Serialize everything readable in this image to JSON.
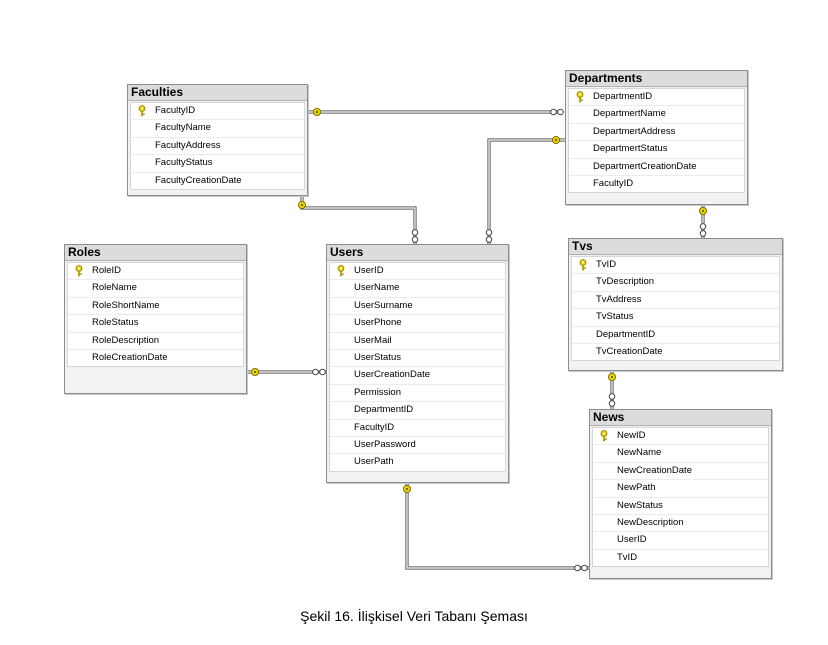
{
  "tables": [
    {
      "id": "faculties",
      "name": "Faculties",
      "columns": [
        {
          "name": "FacultyID",
          "pk": true
        },
        {
          "name": "FacultyName",
          "pk": false
        },
        {
          "name": "FacultyAddress",
          "pk": false
        },
        {
          "name": "FacultyStatus",
          "pk": false
        },
        {
          "name": "FacultyCreationDate",
          "pk": false
        }
      ]
    },
    {
      "id": "departments",
      "name": "Departments",
      "columns": [
        {
          "name": "DepartmentID",
          "pk": true
        },
        {
          "name": "DepartmertName",
          "pk": false
        },
        {
          "name": "DepartmertAddress",
          "pk": false
        },
        {
          "name": "DepartmertStatus",
          "pk": false
        },
        {
          "name": "DepartmertCreationDate",
          "pk": false
        },
        {
          "name": "FacultyID",
          "pk": false
        }
      ]
    },
    {
      "id": "roles",
      "name": "Roles",
      "columns": [
        {
          "name": "RoleID",
          "pk": true
        },
        {
          "name": "RoleName",
          "pk": false
        },
        {
          "name": "RoleShortName",
          "pk": false
        },
        {
          "name": "RoleStatus",
          "pk": false
        },
        {
          "name": "RoleDescription",
          "pk": false
        },
        {
          "name": "RoleCreationDate",
          "pk": false
        }
      ]
    },
    {
      "id": "users",
      "name": "Users",
      "columns": [
        {
          "name": "UserID",
          "pk": true
        },
        {
          "name": "UserName",
          "pk": false
        },
        {
          "name": "UserSurname",
          "pk": false
        },
        {
          "name": "UserPhone",
          "pk": false
        },
        {
          "name": "UserMail",
          "pk": false
        },
        {
          "name": "UserStatus",
          "pk": false
        },
        {
          "name": "UserCreationDate",
          "pk": false
        },
        {
          "name": "Permission",
          "pk": false
        },
        {
          "name": "DepartmentID",
          "pk": false
        },
        {
          "name": "FacultyID",
          "pk": false
        },
        {
          "name": "UserPassword",
          "pk": false
        },
        {
          "name": "UserPath",
          "pk": false
        }
      ]
    },
    {
      "id": "tvs",
      "name": "Tvs",
      "columns": [
        {
          "name": "TvID",
          "pk": true
        },
        {
          "name": "TvDescription",
          "pk": false
        },
        {
          "name": "TvAddress",
          "pk": false
        },
        {
          "name": "TvStatus",
          "pk": false
        },
        {
          "name": "DepartmentID",
          "pk": false
        },
        {
          "name": "TvCreationDate",
          "pk": false
        }
      ]
    },
    {
      "id": "news",
      "name": "News",
      "columns": [
        {
          "name": "NewID",
          "pk": true
        },
        {
          "name": "NewName",
          "pk": false
        },
        {
          "name": "NewCreationDate",
          "pk": false
        },
        {
          "name": "NewPath",
          "pk": false
        },
        {
          "name": "NewStatus",
          "pk": false
        },
        {
          "name": "NewDescription",
          "pk": false
        },
        {
          "name": "UserID",
          "pk": false
        },
        {
          "name": "TvID",
          "pk": false
        }
      ]
    }
  ],
  "relationships": [
    {
      "from": "departments",
      "to": "faculties",
      "one_side": "faculties",
      "many_side": "departments"
    },
    {
      "from": "users",
      "to": "faculties",
      "one_side": "faculties",
      "many_side": "users"
    },
    {
      "from": "users",
      "to": "departments",
      "one_side": "departments",
      "many_side": "users"
    },
    {
      "from": "users",
      "to": "roles",
      "one_side": "roles",
      "many_side": "users"
    },
    {
      "from": "tvs",
      "to": "departments",
      "one_side": "departments",
      "many_side": "tvs"
    },
    {
      "from": "news",
      "to": "tvs",
      "one_side": "tvs",
      "many_side": "news"
    },
    {
      "from": "news",
      "to": "users",
      "one_side": "users",
      "many_side": "news"
    }
  ],
  "caption": "Şekil 16. İlişkisel Veri Tabanı Şeması",
  "colors": {
    "key": "#e8d200",
    "line": "#5a5a5a"
  }
}
